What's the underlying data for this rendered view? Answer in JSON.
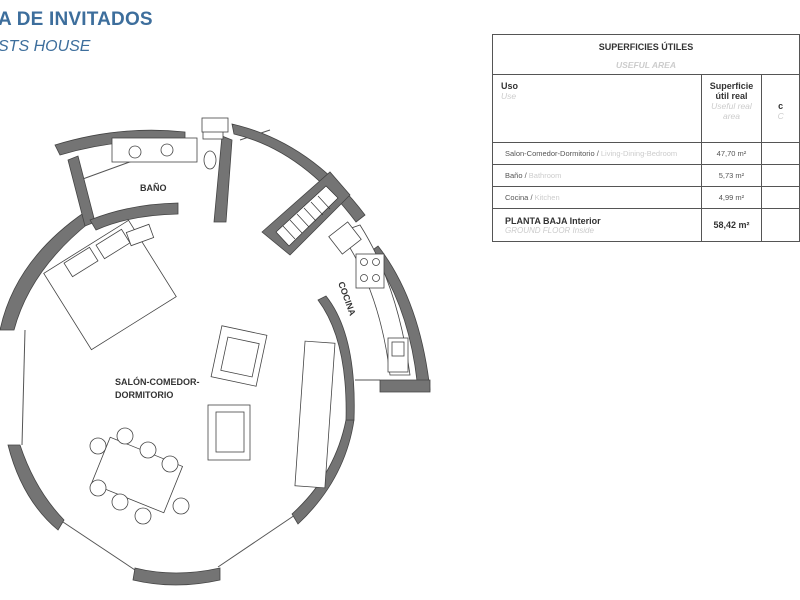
{
  "header": {
    "title": "A DE INVITADOS",
    "subtitle": "STS HOUSE"
  },
  "plan": {
    "rooms": {
      "bano": "BAÑO",
      "cocina": "COCINA",
      "salon_line1": "SALÓN-COMEDOR-",
      "salon_line2": "DORMITORIO"
    },
    "colors": {
      "wall": "#747474",
      "line": "#555555"
    }
  },
  "table": {
    "title": "SUPERFICIES ÚTILES",
    "title_en": "USEFUL AREA",
    "col_uso": "Uso",
    "col_uso_en": "Use",
    "col_sup_line1": "Superficie",
    "col_sup_line2": "útil real",
    "col_sup_en_line1": "Useful real",
    "col_sup_en_line2": "area",
    "col_extra_line1": "c",
    "col_extra_line2": "C",
    "rows": [
      {
        "uso": "Salon-Comedor-Dormitorio",
        "uso_en": "Living-Dining-Bedroom",
        "area": "47,70  m²"
      },
      {
        "uso": "Baño",
        "uso_en": "Bathroom",
        "area": "5,73  m²"
      },
      {
        "uso": "Cocina",
        "uso_en": "Kitchen",
        "area": "4,99 m²"
      }
    ],
    "total_label": "PLANTA BAJA Interior",
    "total_label_en": "GROUND FLOOR Inside",
    "total_area": "58,42 m²"
  }
}
